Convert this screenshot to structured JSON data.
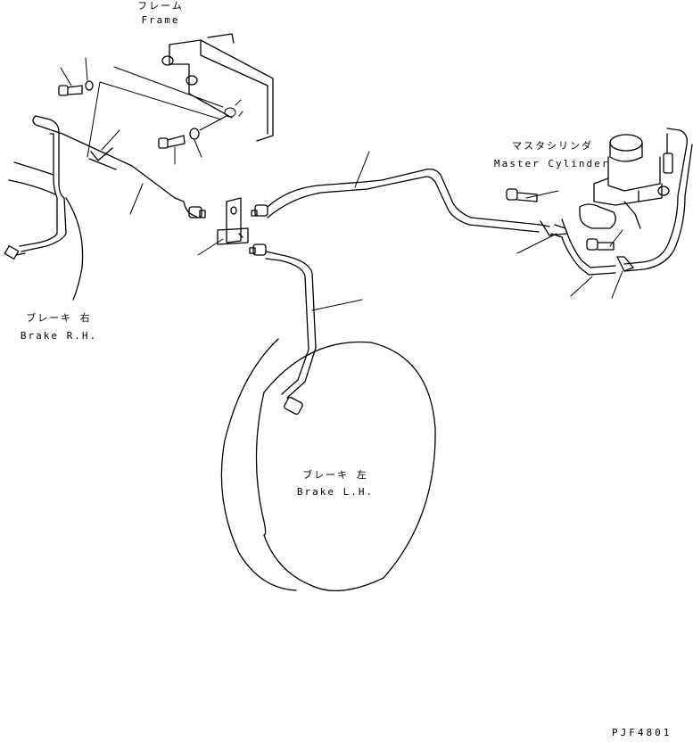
{
  "labels": {
    "frame_jp": "フレーム",
    "frame_en": "Frame",
    "master_cylinder_jp": "マスタシリンダ",
    "master_cylinder_en": "Master Cylinder",
    "brake_rh_jp": "ブレーキ 右",
    "brake_rh_en": "Brake R.H.",
    "brake_lh_jp": "ブレーキ 左",
    "brake_lh_en": "Brake L.H."
  },
  "drawing_code": "PJF4801"
}
